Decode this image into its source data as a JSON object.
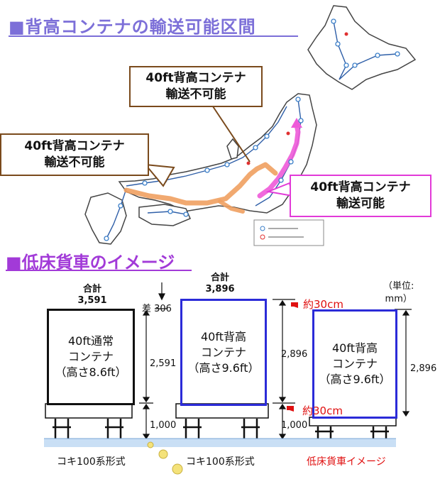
{
  "section1": {
    "title": "■背高コンテナの輸送可能区間"
  },
  "callouts": [
    {
      "line1": "40ft背高コンテナ",
      "line2": "輸送不可能"
    },
    {
      "line1": "40ft背高コンテナ",
      "line2": "輸送不可能"
    },
    {
      "line1": "40ft背高コンテナ",
      "line2": "輸送可能"
    }
  ],
  "section2": {
    "title": "■低床貨車のイメージ"
  },
  "unit": {
    "line1": "（単位:",
    "line2": "mm）"
  },
  "wagons": [
    {
      "total_label": "合計",
      "total_value": "3,591",
      "container_lines": [
        "40ft通常",
        "コンテナ",
        "（高さ8.6ft）"
      ],
      "diff_label": "差 306",
      "container_height": "2,591",
      "wagon_height": "1,000",
      "caption": "コキ100系形式",
      "fill": "#d9e4c3"
    },
    {
      "total_label": "合計",
      "total_value": "3,896",
      "container_lines": [
        "40ft背高",
        "コンテナ",
        "（高さ9.6ft）"
      ],
      "container_height": "2,896",
      "wagon_height": "1,000",
      "caption": "コキ100系形式",
      "fill": "#e7b9c1"
    },
    {
      "container_lines": [
        "40ft背高",
        "コンテナ",
        "（高さ9.6ft）"
      ],
      "container_height": "2,896",
      "caption": "低床貨車イメージ",
      "fill": "#e7b9c1"
    }
  ],
  "notes": {
    "top": "約30cm",
    "bottom": "約30cm"
  },
  "colors": {
    "heading1": "#7c6fd8",
    "heading2": "#a23ad8",
    "callout_border": "#7a4a1c",
    "callout_pink": "#e23ad8",
    "route_orange": "#f0a060",
    "route_pink": "#ee5ad8",
    "tall_border": "#2b2bd8",
    "note_red": "#e01010"
  }
}
